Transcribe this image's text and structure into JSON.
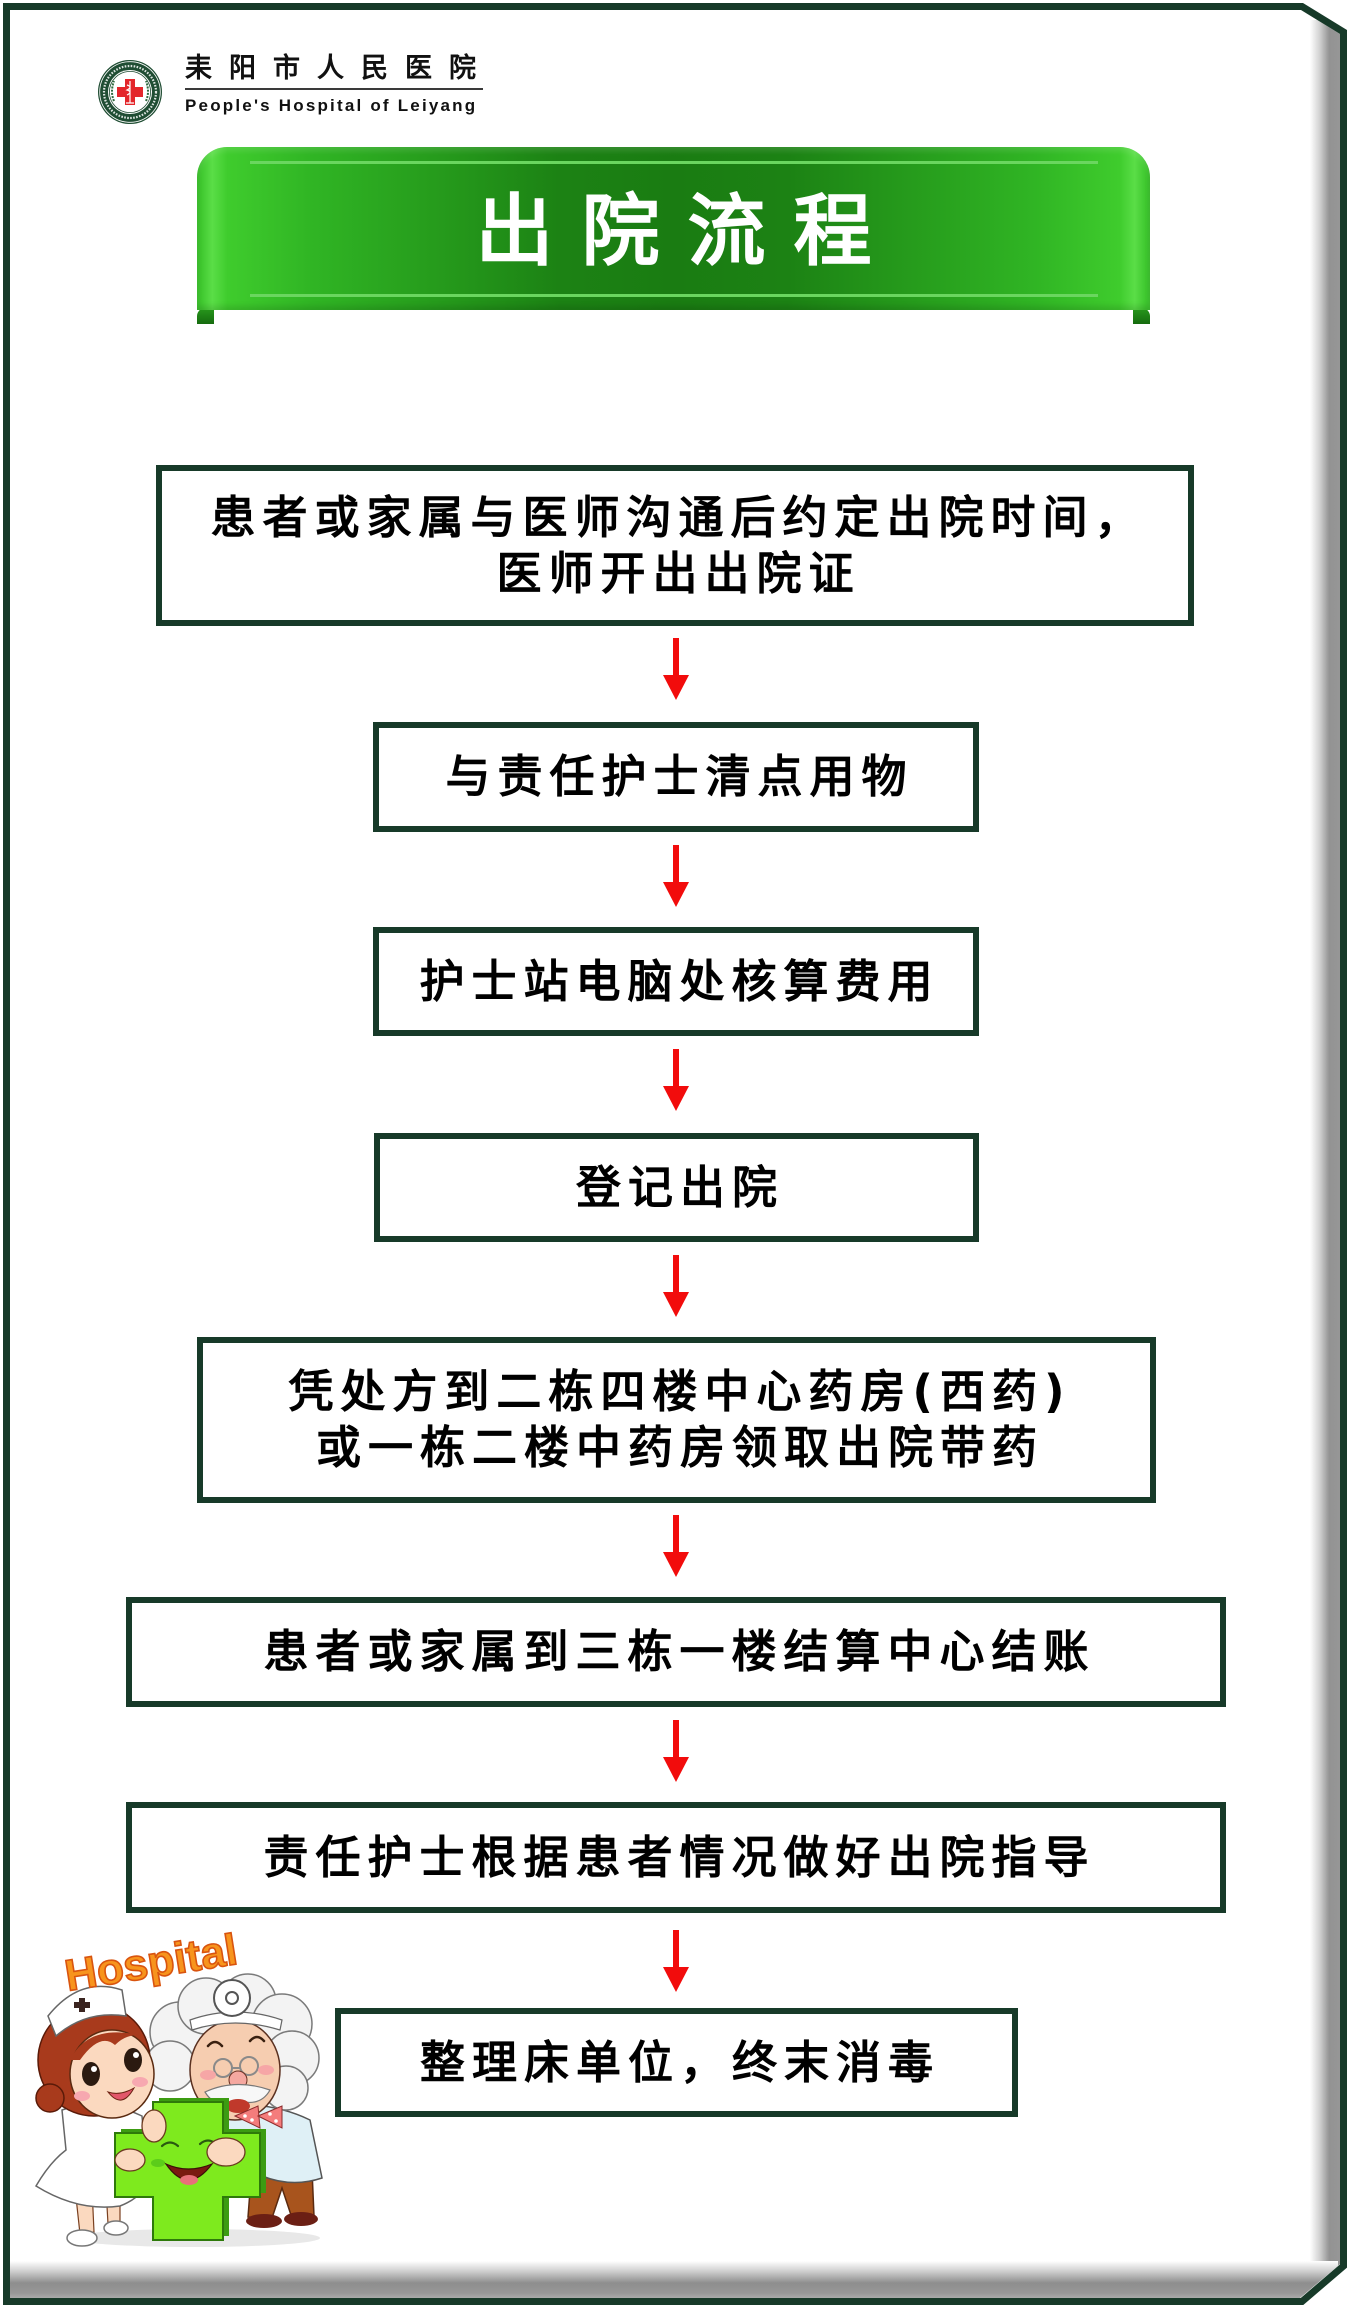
{
  "header": {
    "logo": {
      "icon": "hospital-emblem-icon",
      "ring_color": "#1f4d33",
      "cross_color": "#e3262b"
    },
    "hospital_name_cn": "耒阳市人民医院",
    "hospital_name_en": "People's Hospital of Leiyang"
  },
  "banner": {
    "title": "出院流程",
    "color_edge": "#34bf25",
    "color_center": "#1a7c12"
  },
  "steps": [
    {
      "lines": [
        "患者或家属与医师沟通后约定出院时间，",
        "医师开出出院证"
      ]
    },
    {
      "lines": [
        "与责任护士清点用物"
      ]
    },
    {
      "lines": [
        "护士站电脑处核算费用"
      ]
    },
    {
      "lines": [
        "登记出院"
      ]
    },
    {
      "lines": [
        "凭处方到二栋四楼中心药房(西药)",
        "或一栋二楼中药房领取出院带药"
      ]
    },
    {
      "lines": [
        "患者或家属到三栋一楼结算中心结账"
      ]
    },
    {
      "lines": [
        "责任护士根据患者情况做好出院指导"
      ]
    },
    {
      "lines": [
        "整理床单位，终末消毒"
      ]
    }
  ],
  "connectors": {
    "icon": "arrow-down-icon",
    "count": 7,
    "color": "#f20c0c"
  },
  "illustration": {
    "label": "Hospital",
    "icon": "nurse-doctor-green-cross-illustration"
  },
  "colors": {
    "frame": "#173a29",
    "box_border": "#173a29",
    "arrow": "#f20c0c",
    "banner_text": "#ffffff",
    "step_text": "#000000"
  }
}
